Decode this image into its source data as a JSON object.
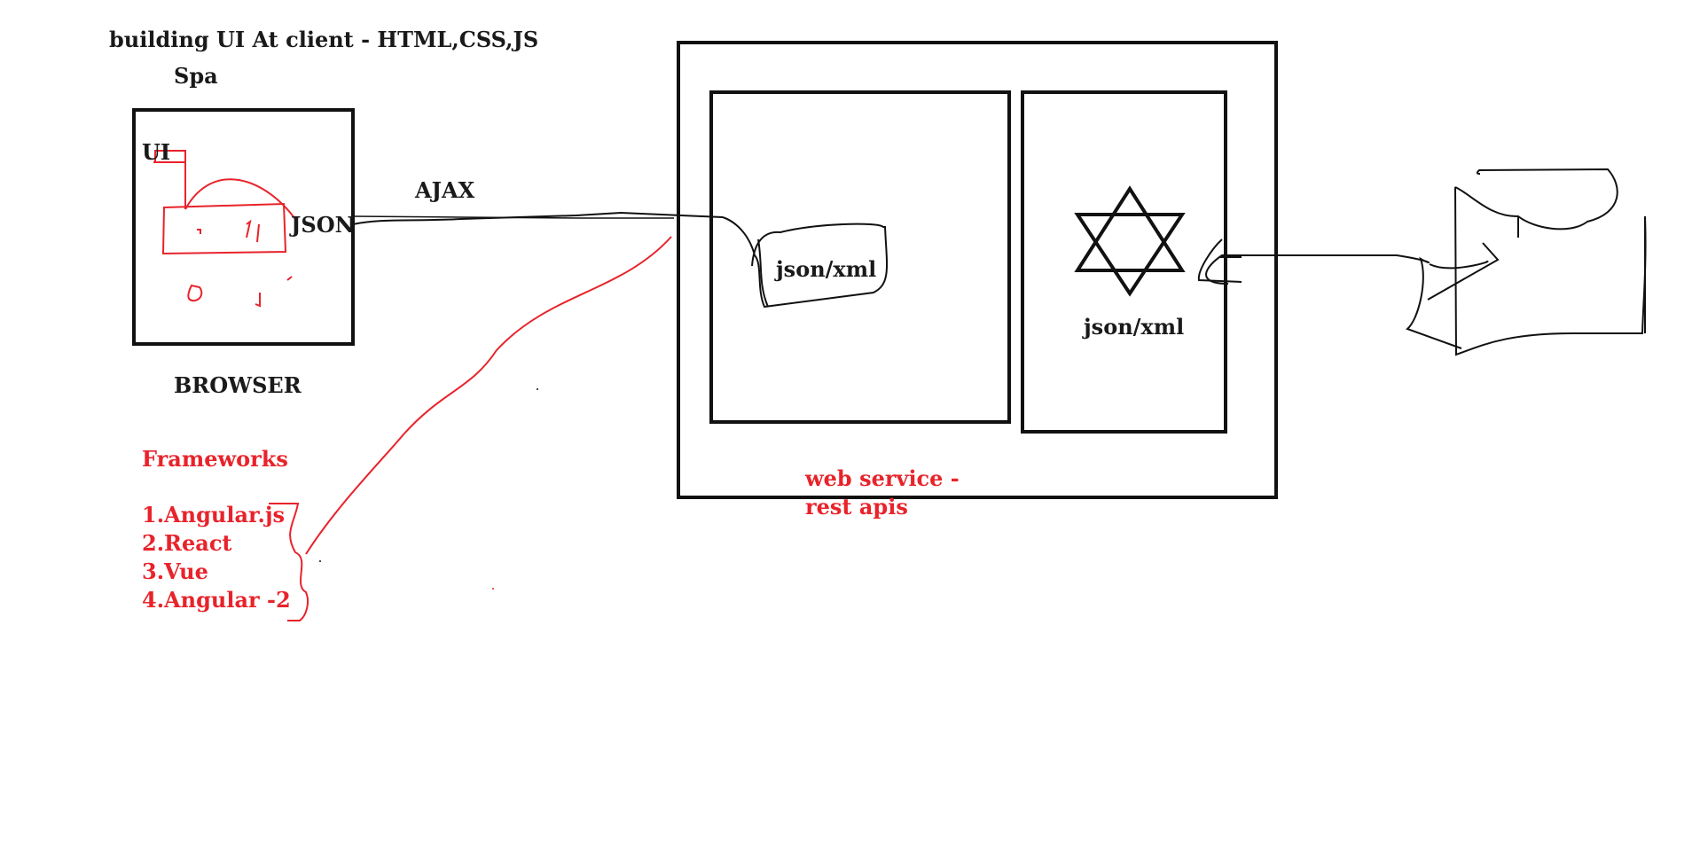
{
  "heading": {
    "title": "building UI At client - HTML,CSS,JS",
    "subtitle": "Spa"
  },
  "browser": {
    "ui_label": "UI",
    "json_label": "JSON",
    "caption": "BROWSER"
  },
  "connection": {
    "label": "AJAX"
  },
  "server": {
    "left_doc_label": "json/xml",
    "right_panel_label": "json/xml",
    "caption_line1": "web service -",
    "caption_line2": "rest apis"
  },
  "frameworks": {
    "title": "Frameworks",
    "items": [
      "1.Angular.js",
      "2.React",
      "3.Vue",
      "4.Angular -2"
    ]
  },
  "colors": {
    "ink": "#1a1a1a",
    "annotation": "#e8232b"
  }
}
